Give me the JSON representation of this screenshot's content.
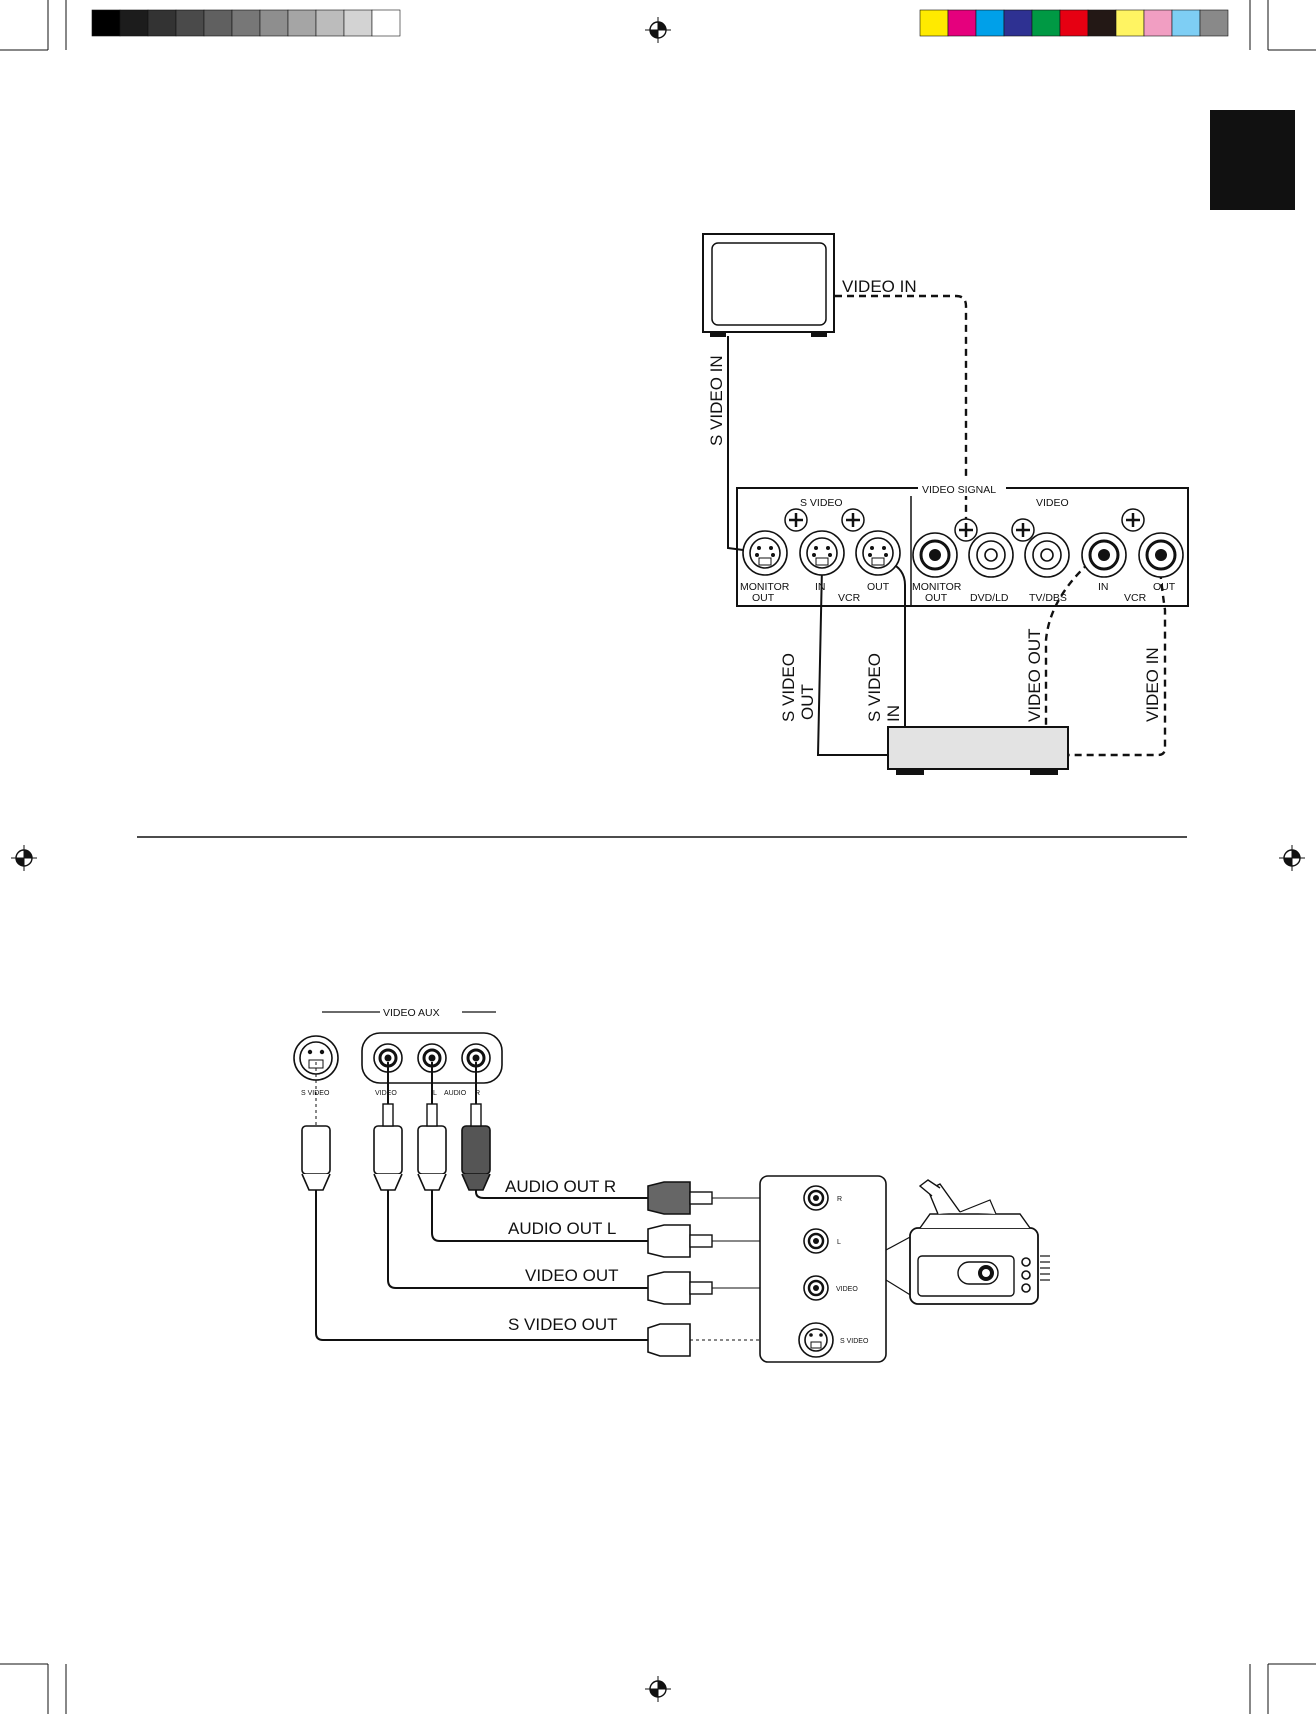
{
  "colors": {
    "ink": "#111111",
    "paper": "#ffffff",
    "gray_bar": [
      "#000000",
      "#1c1c1c",
      "#333333",
      "#4a4a4a",
      "#606060",
      "#777777",
      "#8e8e8e",
      "#a5a5a5",
      "#bcbcbc",
      "#d3d3d3",
      "#ffffff"
    ],
    "color_bar": [
      "#ffea00",
      "#e5007d",
      "#00a0e9",
      "#2e3192",
      "#009944",
      "#e60012",
      "#231815",
      "#fff462",
      "#f19ec2",
      "#7ecef4",
      "#898989"
    ]
  },
  "top_diagram": {
    "tv_cable_labels": {
      "video_in": "VIDEO IN",
      "s_video_in": "S VIDEO IN"
    },
    "panel": {
      "title": "VIDEO SIGNAL",
      "s_video_group": "S VIDEO",
      "video_group": "VIDEO",
      "jack_labels": {
        "monitor_out_s_1": "MONITOR",
        "monitor_out_s_2": "OUT",
        "vcr_in_s": "IN",
        "vcr_out_s": "OUT",
        "vcr_s": "VCR",
        "monitor_out_v_1": "MONITOR",
        "monitor_out_v_2": "OUT",
        "dvd_ld": "DVD/LD",
        "tv_dbs": "TV/DBS",
        "vcr_in_v": "IN",
        "vcr_out_v": "OUT",
        "vcr_v": "VCR"
      }
    },
    "vcr_cable_labels": {
      "s_video_out_1": "S VIDEO",
      "s_video_out_2": "OUT",
      "s_video_in_1": "S VIDEO",
      "s_video_in_2": "IN",
      "video_out": "VIDEO OUT",
      "video_in": "VIDEO IN"
    }
  },
  "bottom_diagram": {
    "panel_title": "VIDEO AUX",
    "jack_labels": {
      "s_video": "S VIDEO",
      "video": "VIDEO",
      "l": "L",
      "audio": "AUDIO",
      "r": "R"
    },
    "cable_labels": {
      "audio_out_r": "AUDIO OUT R",
      "audio_out_l": "AUDIO OUT L",
      "video_out": "VIDEO OUT",
      "s_video_out": "S VIDEO OUT"
    },
    "camcorder_jack_labels": {
      "r": "R",
      "l": "L",
      "video": "VIDEO",
      "s_video": "S VIDEO"
    }
  }
}
